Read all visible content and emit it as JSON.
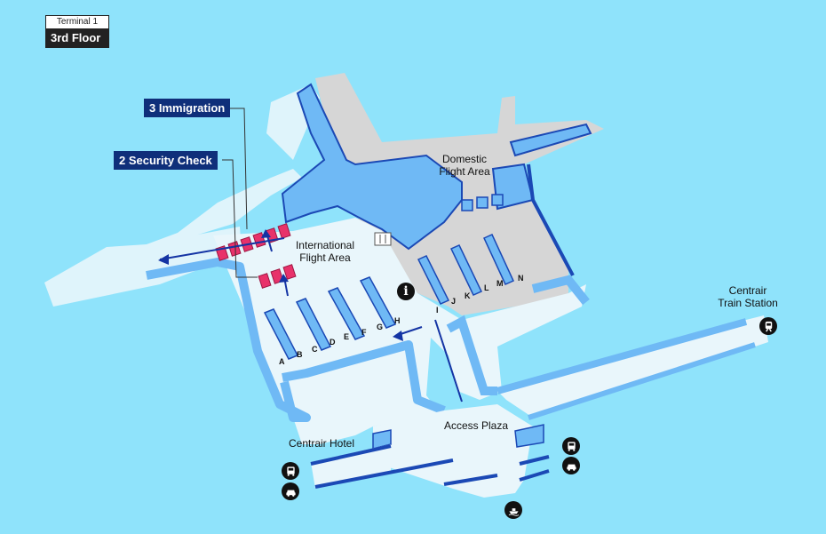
{
  "floor_badge": {
    "terminal": "Terminal 1",
    "floor": "3rd Floor"
  },
  "callouts": {
    "immigration": "3 Immigration",
    "security": "2 Security Check"
  },
  "areas": {
    "domestic": [
      "Domestic",
      "Flight Area"
    ],
    "international": [
      "International",
      "Flight Area"
    ],
    "access_plaza": "Access Plaza",
    "hotel": "Centrair Hotel",
    "train": [
      "Centrair",
      "Train Station"
    ]
  },
  "gates": [
    "A",
    "B",
    "C",
    "D",
    "E",
    "F",
    "G",
    "H",
    "I",
    "J",
    "K",
    "L",
    "M",
    "N"
  ],
  "icons": {
    "info": "info-icon",
    "bus": "bus-icon",
    "taxi": "taxi-icon",
    "train": "train-icon",
    "ship": "ship-icon",
    "elevator": "elevator-icon"
  },
  "colors": {
    "water": "#8fe3fb",
    "floor": "#e9f6fb",
    "building": "#6fb9f5",
    "building_dark": "#1b49b5",
    "domestic_floor": "#d6d6d6",
    "security": "#e8326a",
    "route": "#1434a4"
  }
}
